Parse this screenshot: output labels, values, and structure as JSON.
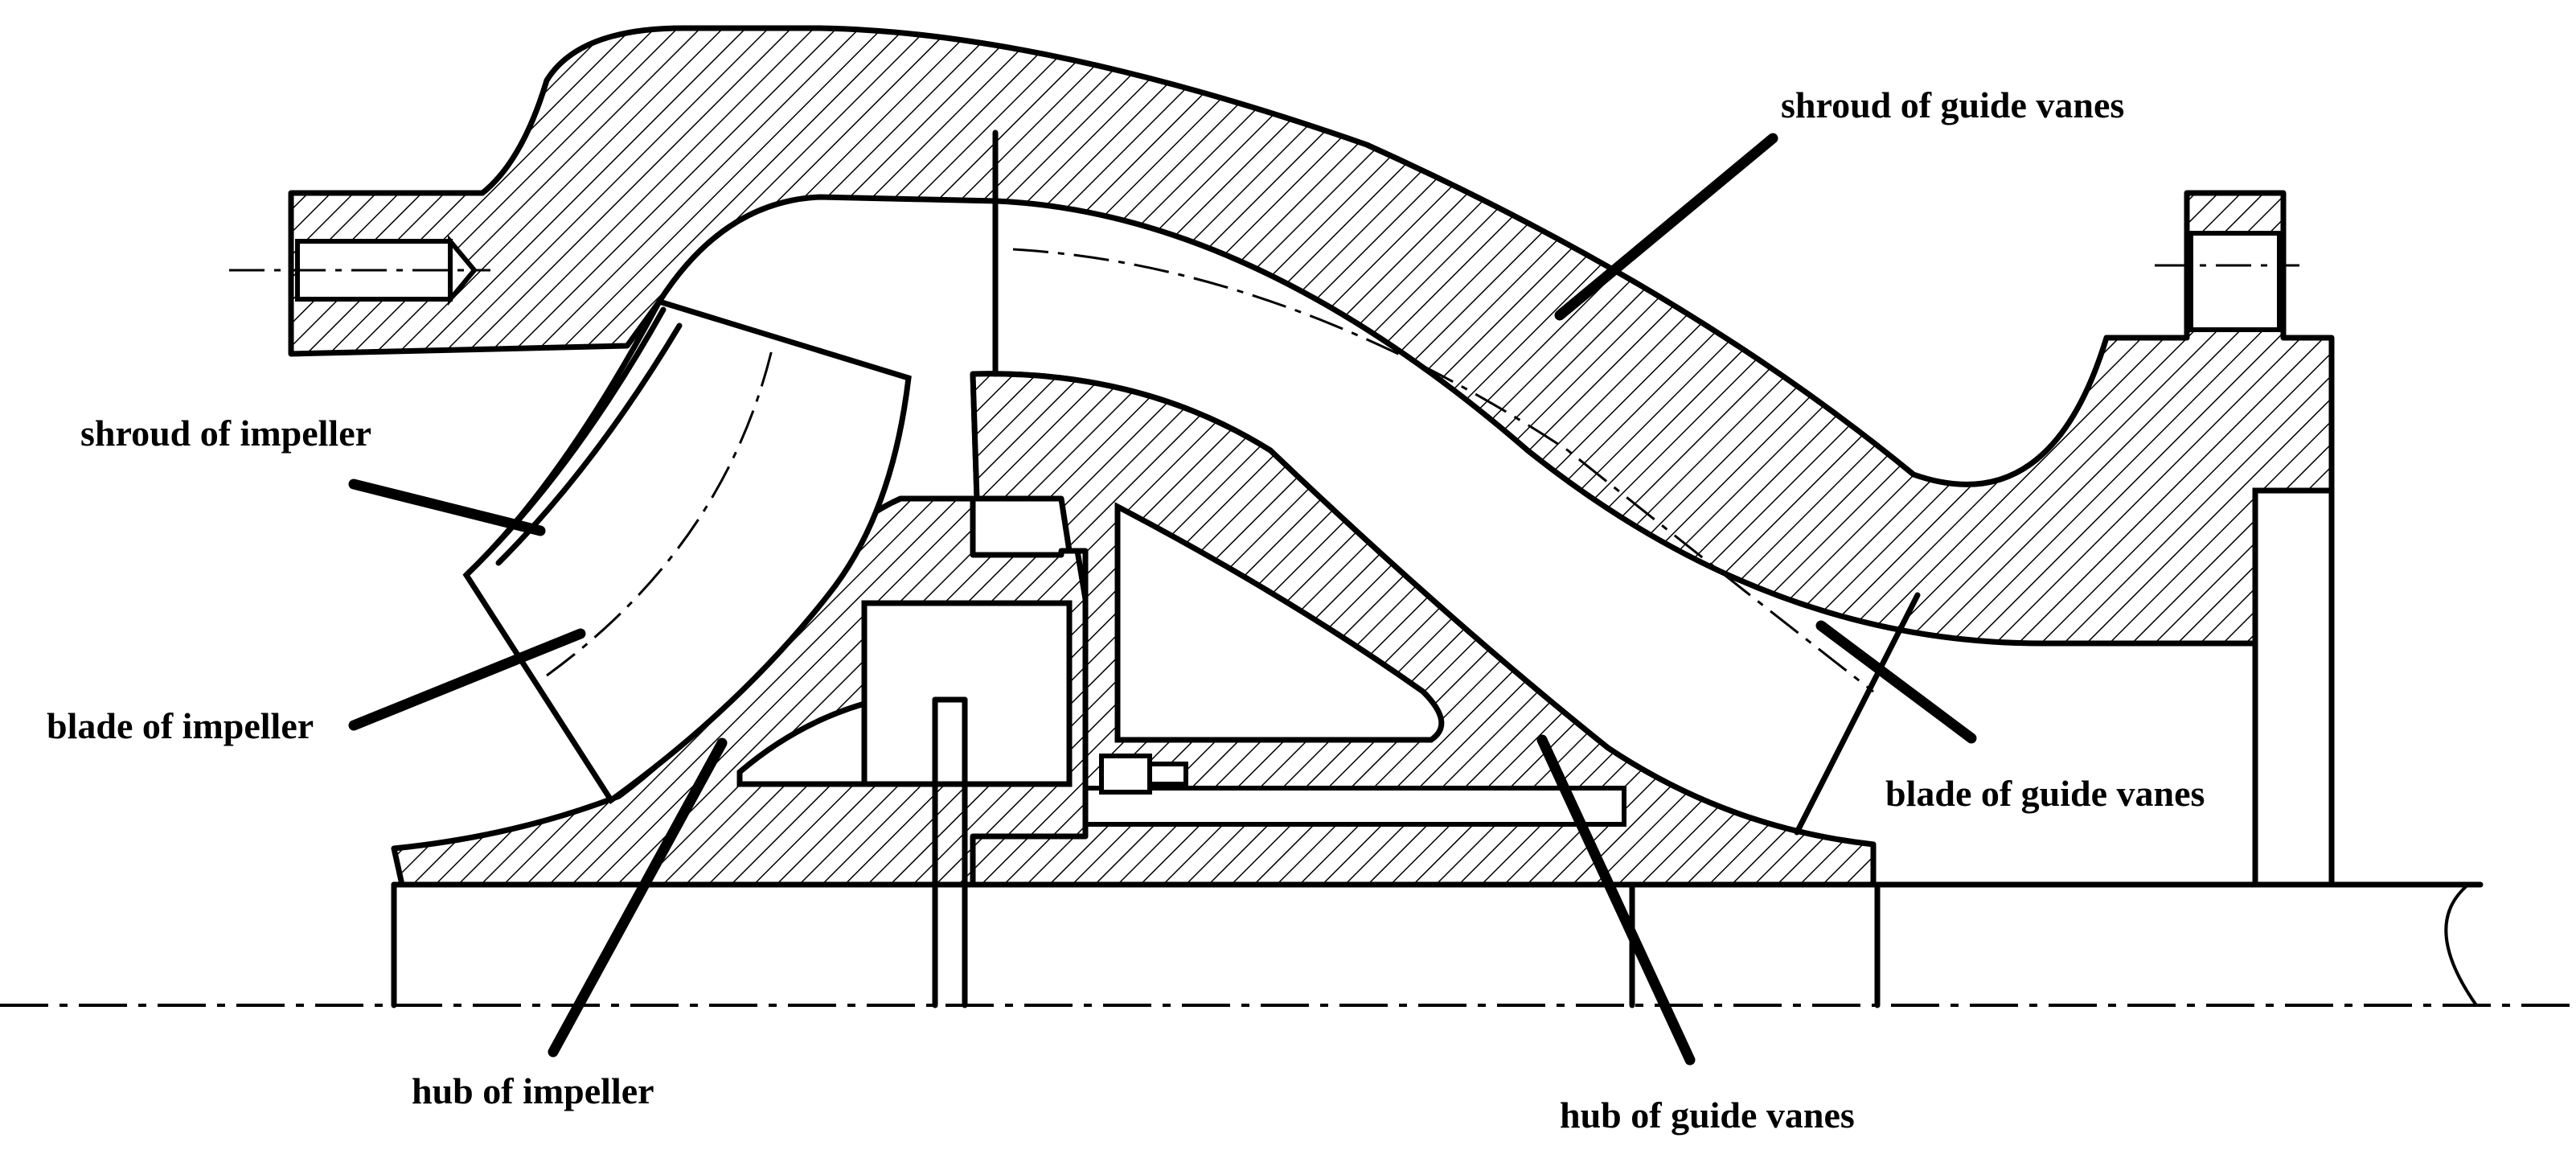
{
  "labels": {
    "shroud_guide_vanes": "shroud of guide vanes",
    "shroud_impeller": "shroud of impeller",
    "blade_impeller": "blade of impeller",
    "blade_guide_vanes": "blade of guide vanes",
    "hub_impeller": "hub of impeller",
    "hub_guide_vanes": "hub of guide vanes"
  }
}
